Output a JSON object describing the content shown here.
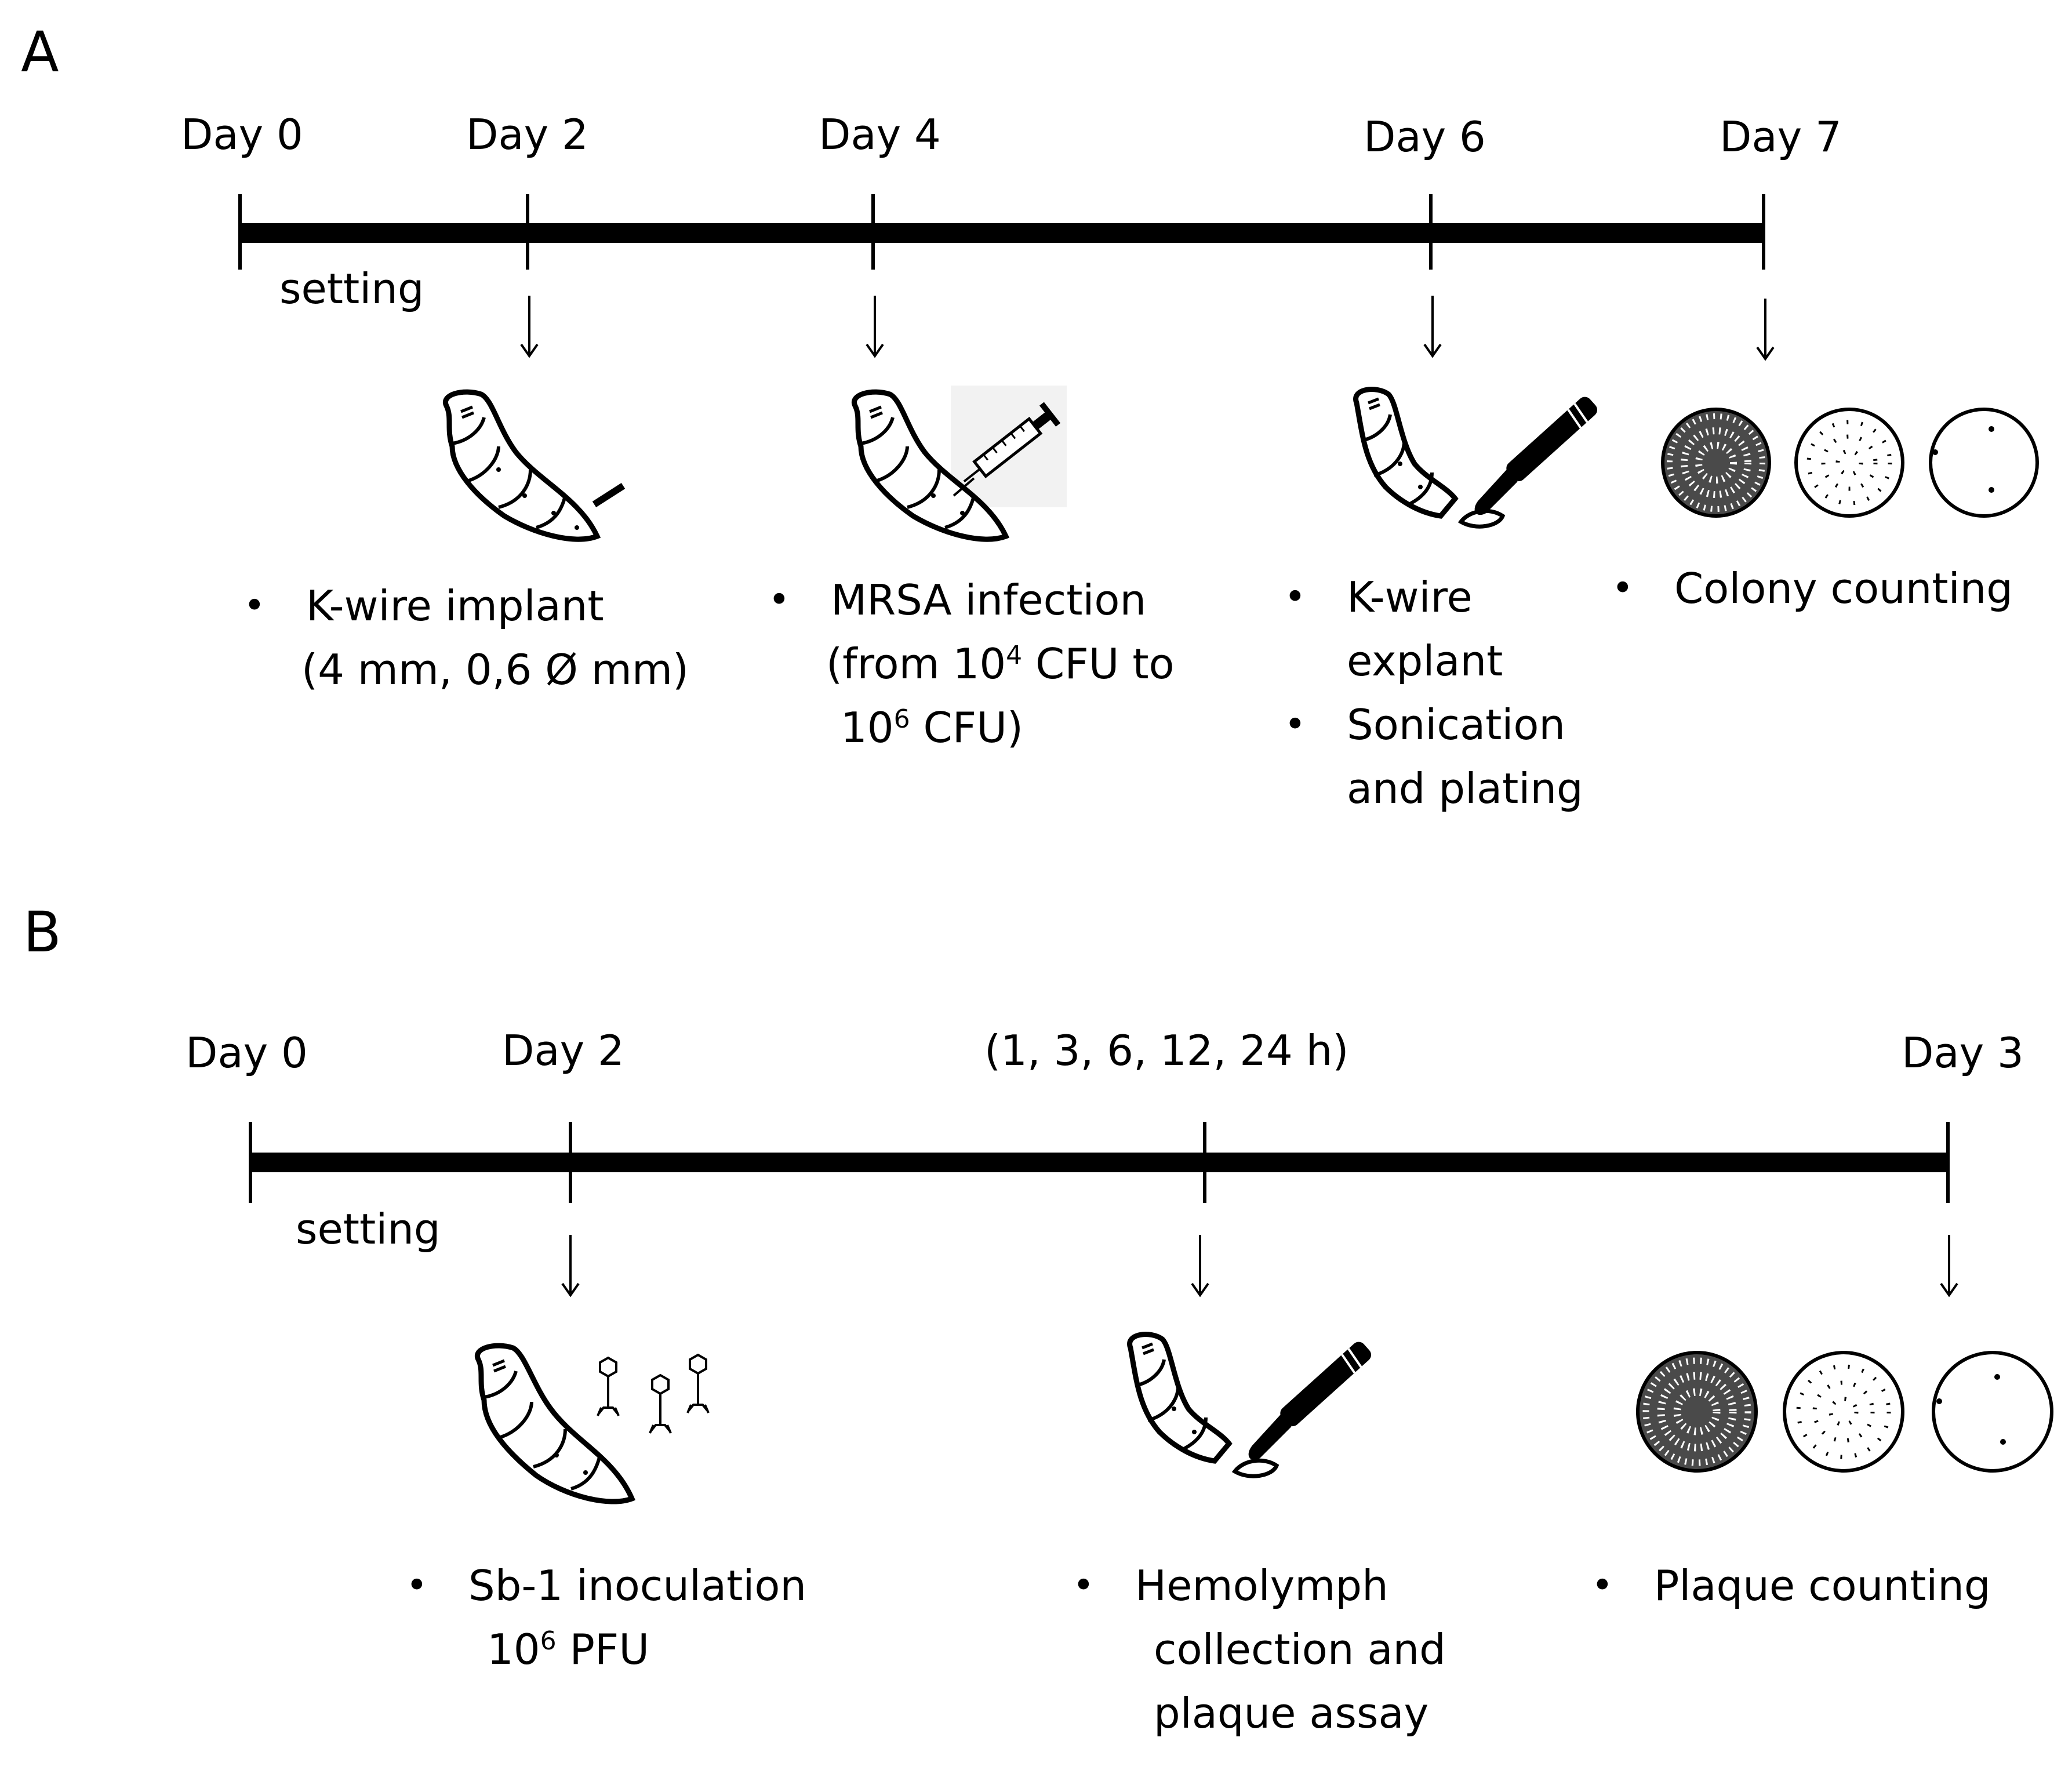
{
  "panel_a": {
    "label": "A",
    "days": [
      "Day 0",
      "Day 2",
      "Day 4",
      "Day 6",
      "Day 7"
    ],
    "setting_label": "setting",
    "steps": {
      "kwire": {
        "bullet": "•",
        "line1": "K-wire implant",
        "line2": "(4 mm, 0,6 Ø mm)"
      },
      "mrsa": {
        "bullet": "•",
        "line1": "MRSA infection",
        "line2_pre": "(from 10",
        "line2_sup": "4",
        "line2_post": " CFU to",
        "line3_pre": "10",
        "line3_sup": "6",
        "line3_post": " CFU)"
      },
      "explant": {
        "bullet1": "•",
        "line1": "K-wire",
        "line2": "explant",
        "bullet2": "•",
        "line3": "Sonication",
        "line4": "and plating"
      },
      "colony": {
        "bullet": "•",
        "line1": "Colony counting"
      }
    },
    "icons": [
      "larva-wire-icon",
      "larva-syringe-icon",
      "larva-scalpel-icon",
      "petri-dishes-icon"
    ]
  },
  "panel_b": {
    "label": "B",
    "days": [
      "Day 0",
      "Day 2",
      "(1, 3, 6, 12, 24 h)",
      "Day 3"
    ],
    "setting_label": "setting",
    "steps": {
      "sb1": {
        "bullet": "•",
        "line1": "Sb-1 inoculation",
        "line2_pre": "10",
        "line2_sup": "6",
        "line2_post": " PFU"
      },
      "hemolymph": {
        "bullet": "•",
        "line1": "Hemolymph",
        "line2": "collection and",
        "line3": "plaque assay"
      },
      "plaque": {
        "bullet": "•",
        "line1": "Plaque counting"
      }
    },
    "icons": [
      "larva-phage-icon",
      "larva-scalpel-icon",
      "petri-dishes-icon"
    ]
  }
}
